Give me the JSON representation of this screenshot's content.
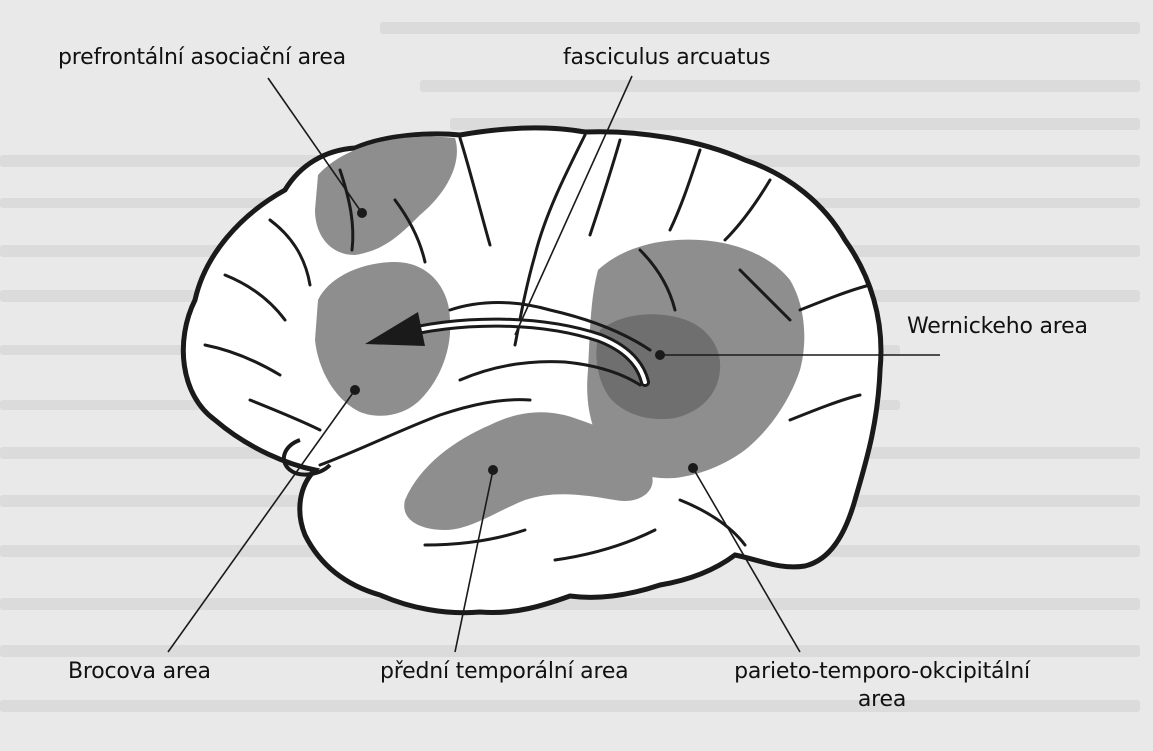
{
  "labels": {
    "prefrontal": "prefrontální asociační area",
    "fasciculus": "fasciculus arcuatus",
    "wernicke": "Wernickeho area",
    "broca": "Brocova area",
    "temporal": "přední temporální area",
    "parieto_line1": "parieto-temporo-okcipitální",
    "parieto_line2": "area"
  },
  "colors": {
    "page": "#e9e9e9",
    "brain_fill": "#ffffff",
    "outline": "#1a1a1a",
    "region_light": "#8e8e8e",
    "region_dark": "#6f6f6f",
    "text": "#111111"
  }
}
